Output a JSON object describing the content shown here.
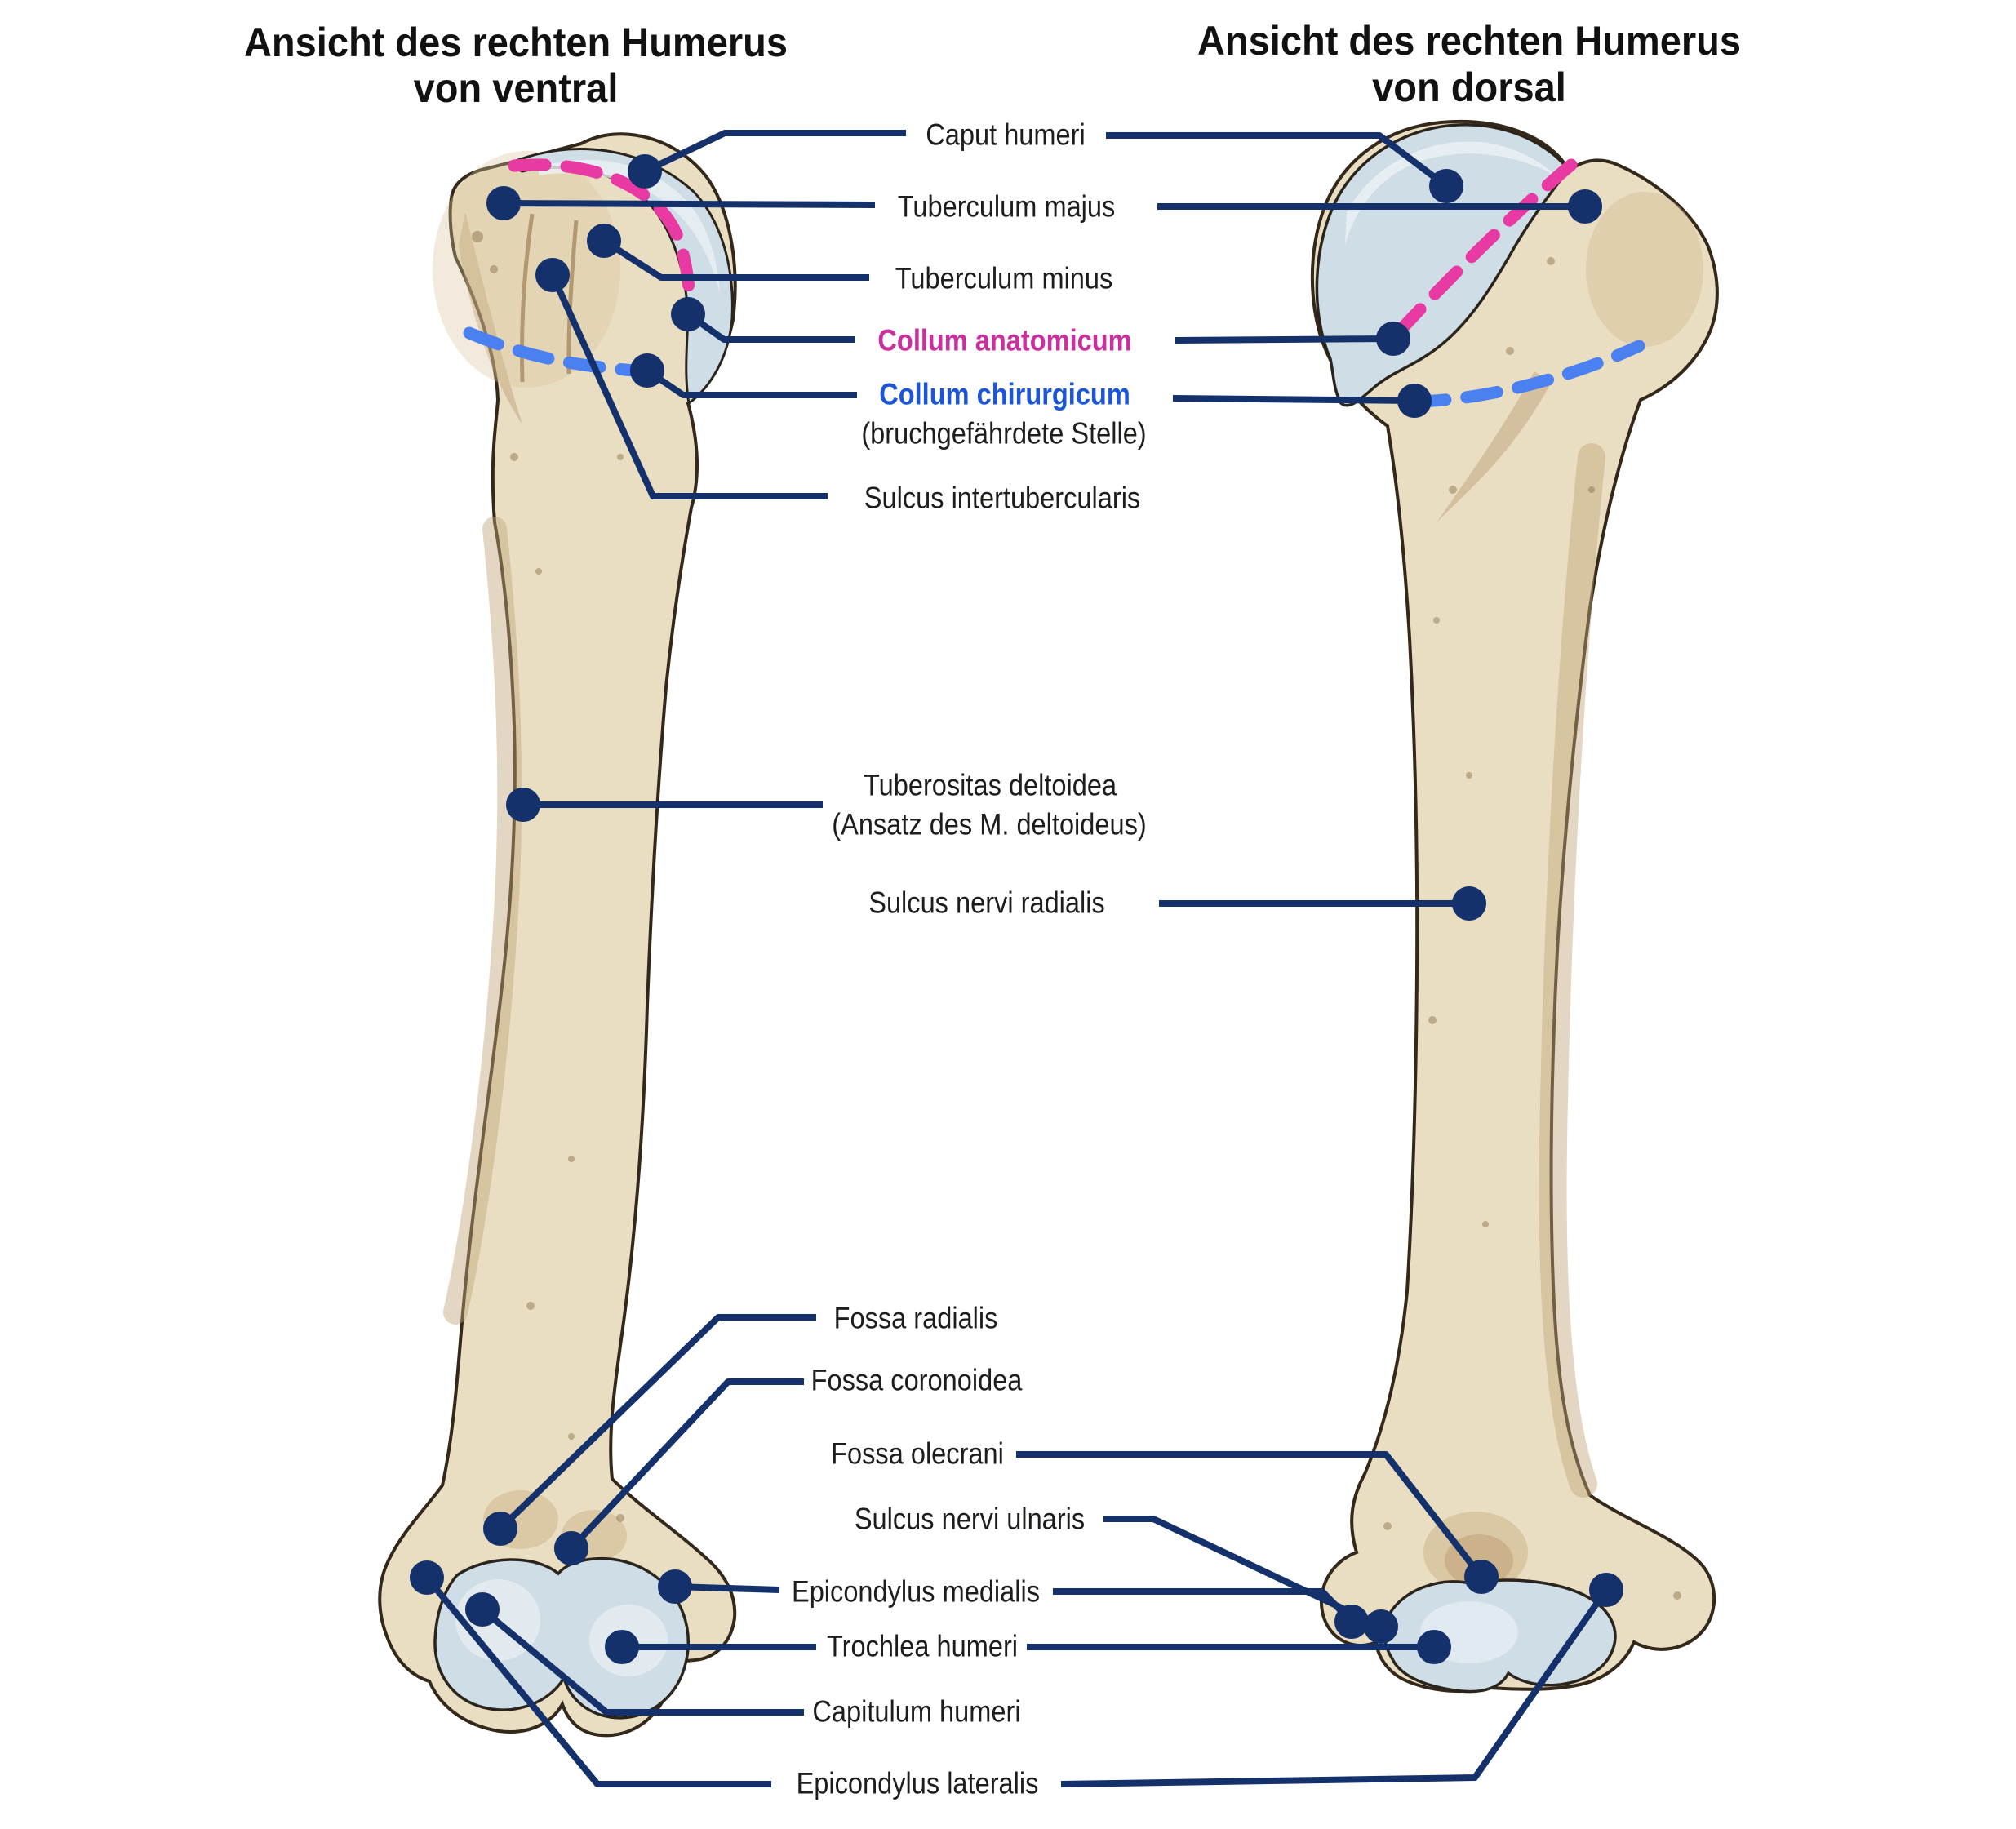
{
  "titles": {
    "left": {
      "line1": "Ansicht des rechten Humerus",
      "line2": "von ventral"
    },
    "right": {
      "line1": "Ansicht des rechten Humerus",
      "line2": "von dorsal"
    }
  },
  "labels": {
    "caput_humeri": "Caput humeri",
    "tuberculum_majus": "Tuberculum majus",
    "tuberculum_minus": "Tuberculum minus",
    "collum_anatomicum": "Collum anatomicum",
    "collum_chirurgicum": "Collum chirurgicum",
    "collum_chirurgicum_note": "(bruchgefährdete Stelle)",
    "sulcus_intertubercularis": "Sulcus intertubercularis",
    "tuberositas_deltoidea": "Tuberositas deltoidea",
    "tuberositas_deltoidea_note": "(Ansatz des M. deltoideus)",
    "sulcus_nervi_radialis": "Sulcus nervi radialis",
    "fossa_radialis": "Fossa radialis",
    "fossa_coronoidea": "Fossa coronoidea",
    "fossa_olecrani": "Fossa olecrani",
    "sulcus_nervi_ulnaris": "Sulcus nervi ulnaris",
    "epicondylus_medialis": "Epicondylus medialis",
    "trochlea_humeri": "Trochlea humeri",
    "capitulum_humeri": "Capitulum humeri",
    "epicondylus_lateralis": "Epicondylus lateralis"
  },
  "colors": {
    "leader_line": "#14316b",
    "collum_anatomicum_text": "#c9309e",
    "collum_anatomicum_dash": "#e93aa4",
    "collum_chirurgicum_text": "#1c55d8",
    "collum_chirurgicum_dash": "#4b80f1",
    "bone_fill": "#e9dec2",
    "bone_shade": "#c0a478",
    "bone_outline": "#33281a",
    "cartilage_fill": "#cfdde6",
    "label_text": "#1d1d1b",
    "title_text": "#111111",
    "background": "#ffffff"
  }
}
